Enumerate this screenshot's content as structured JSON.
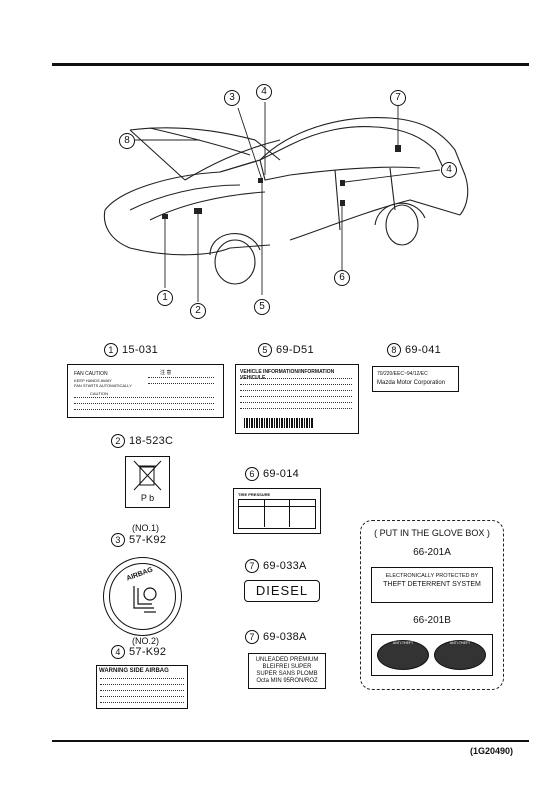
{
  "callouts": [
    "1",
    "2",
    "3",
    "4",
    "6",
    "5",
    "7",
    "8",
    "4"
  ],
  "parts": {
    "p1": {
      "num": "1",
      "code": "15-031"
    },
    "p2": {
      "num": "2",
      "code": "18-523C"
    },
    "p3": {
      "num": "3",
      "note": "(NO.1)",
      "code": "57-K92"
    },
    "p4": {
      "num": "4",
      "note": "(NO.2)",
      "code": "57-K92"
    },
    "p5": {
      "num": "5",
      "code": "69-D51"
    },
    "p6": {
      "num": "6",
      "code": "69-014"
    },
    "p7a": {
      "num": "7",
      "code": "69-033A"
    },
    "p7b": {
      "num": "7",
      "code": "69-038A"
    },
    "p8": {
      "num": "8",
      "code": "69-041"
    }
  },
  "label_fan": {
    "title": "FAN CAUTION",
    "line1": "KEEP HANDS AWAY",
    "line2": "FAN STARTS AUTOMATICALLY",
    "caution": "CAUTION",
    "jp": "注 意"
  },
  "label_pb": {
    "text": "P b"
  },
  "label_airbag": {
    "text": "AIRBAG"
  },
  "label_side_airbag": {
    "title": "WARNING SIDE AIRBAG"
  },
  "label_vehicle": {
    "title": "VEHICLE INFORMATION/INFORMATION VEHICULE"
  },
  "label_mazda": {
    "line1": "70/220/EEC~94/12/EC",
    "line2": "Mazda Motor Corporation"
  },
  "label_tire": {
    "title": "TIRE PRESSURE"
  },
  "label_diesel": {
    "text": "DIESEL"
  },
  "label_fuel": {
    "line1": "UNLEADED PREMIUM",
    "line2": "BLEIFREI SUPER",
    "line3": "SUPER SANS PLOMB",
    "line4": "Octa MIN 95RON/ROZ"
  },
  "glove_box": {
    "title": "( PUT IN THE GLOVE BOX )",
    "code_a": "66-201A",
    "theft_line1": "ELECTRONICALLY PROTECTED BY",
    "theft_line2": "THEFT DETERRENT SYSTEM",
    "code_b": "66-201B",
    "badge_text": "ANTI-THEFT"
  },
  "footer": {
    "ref": "(1G20490)"
  }
}
